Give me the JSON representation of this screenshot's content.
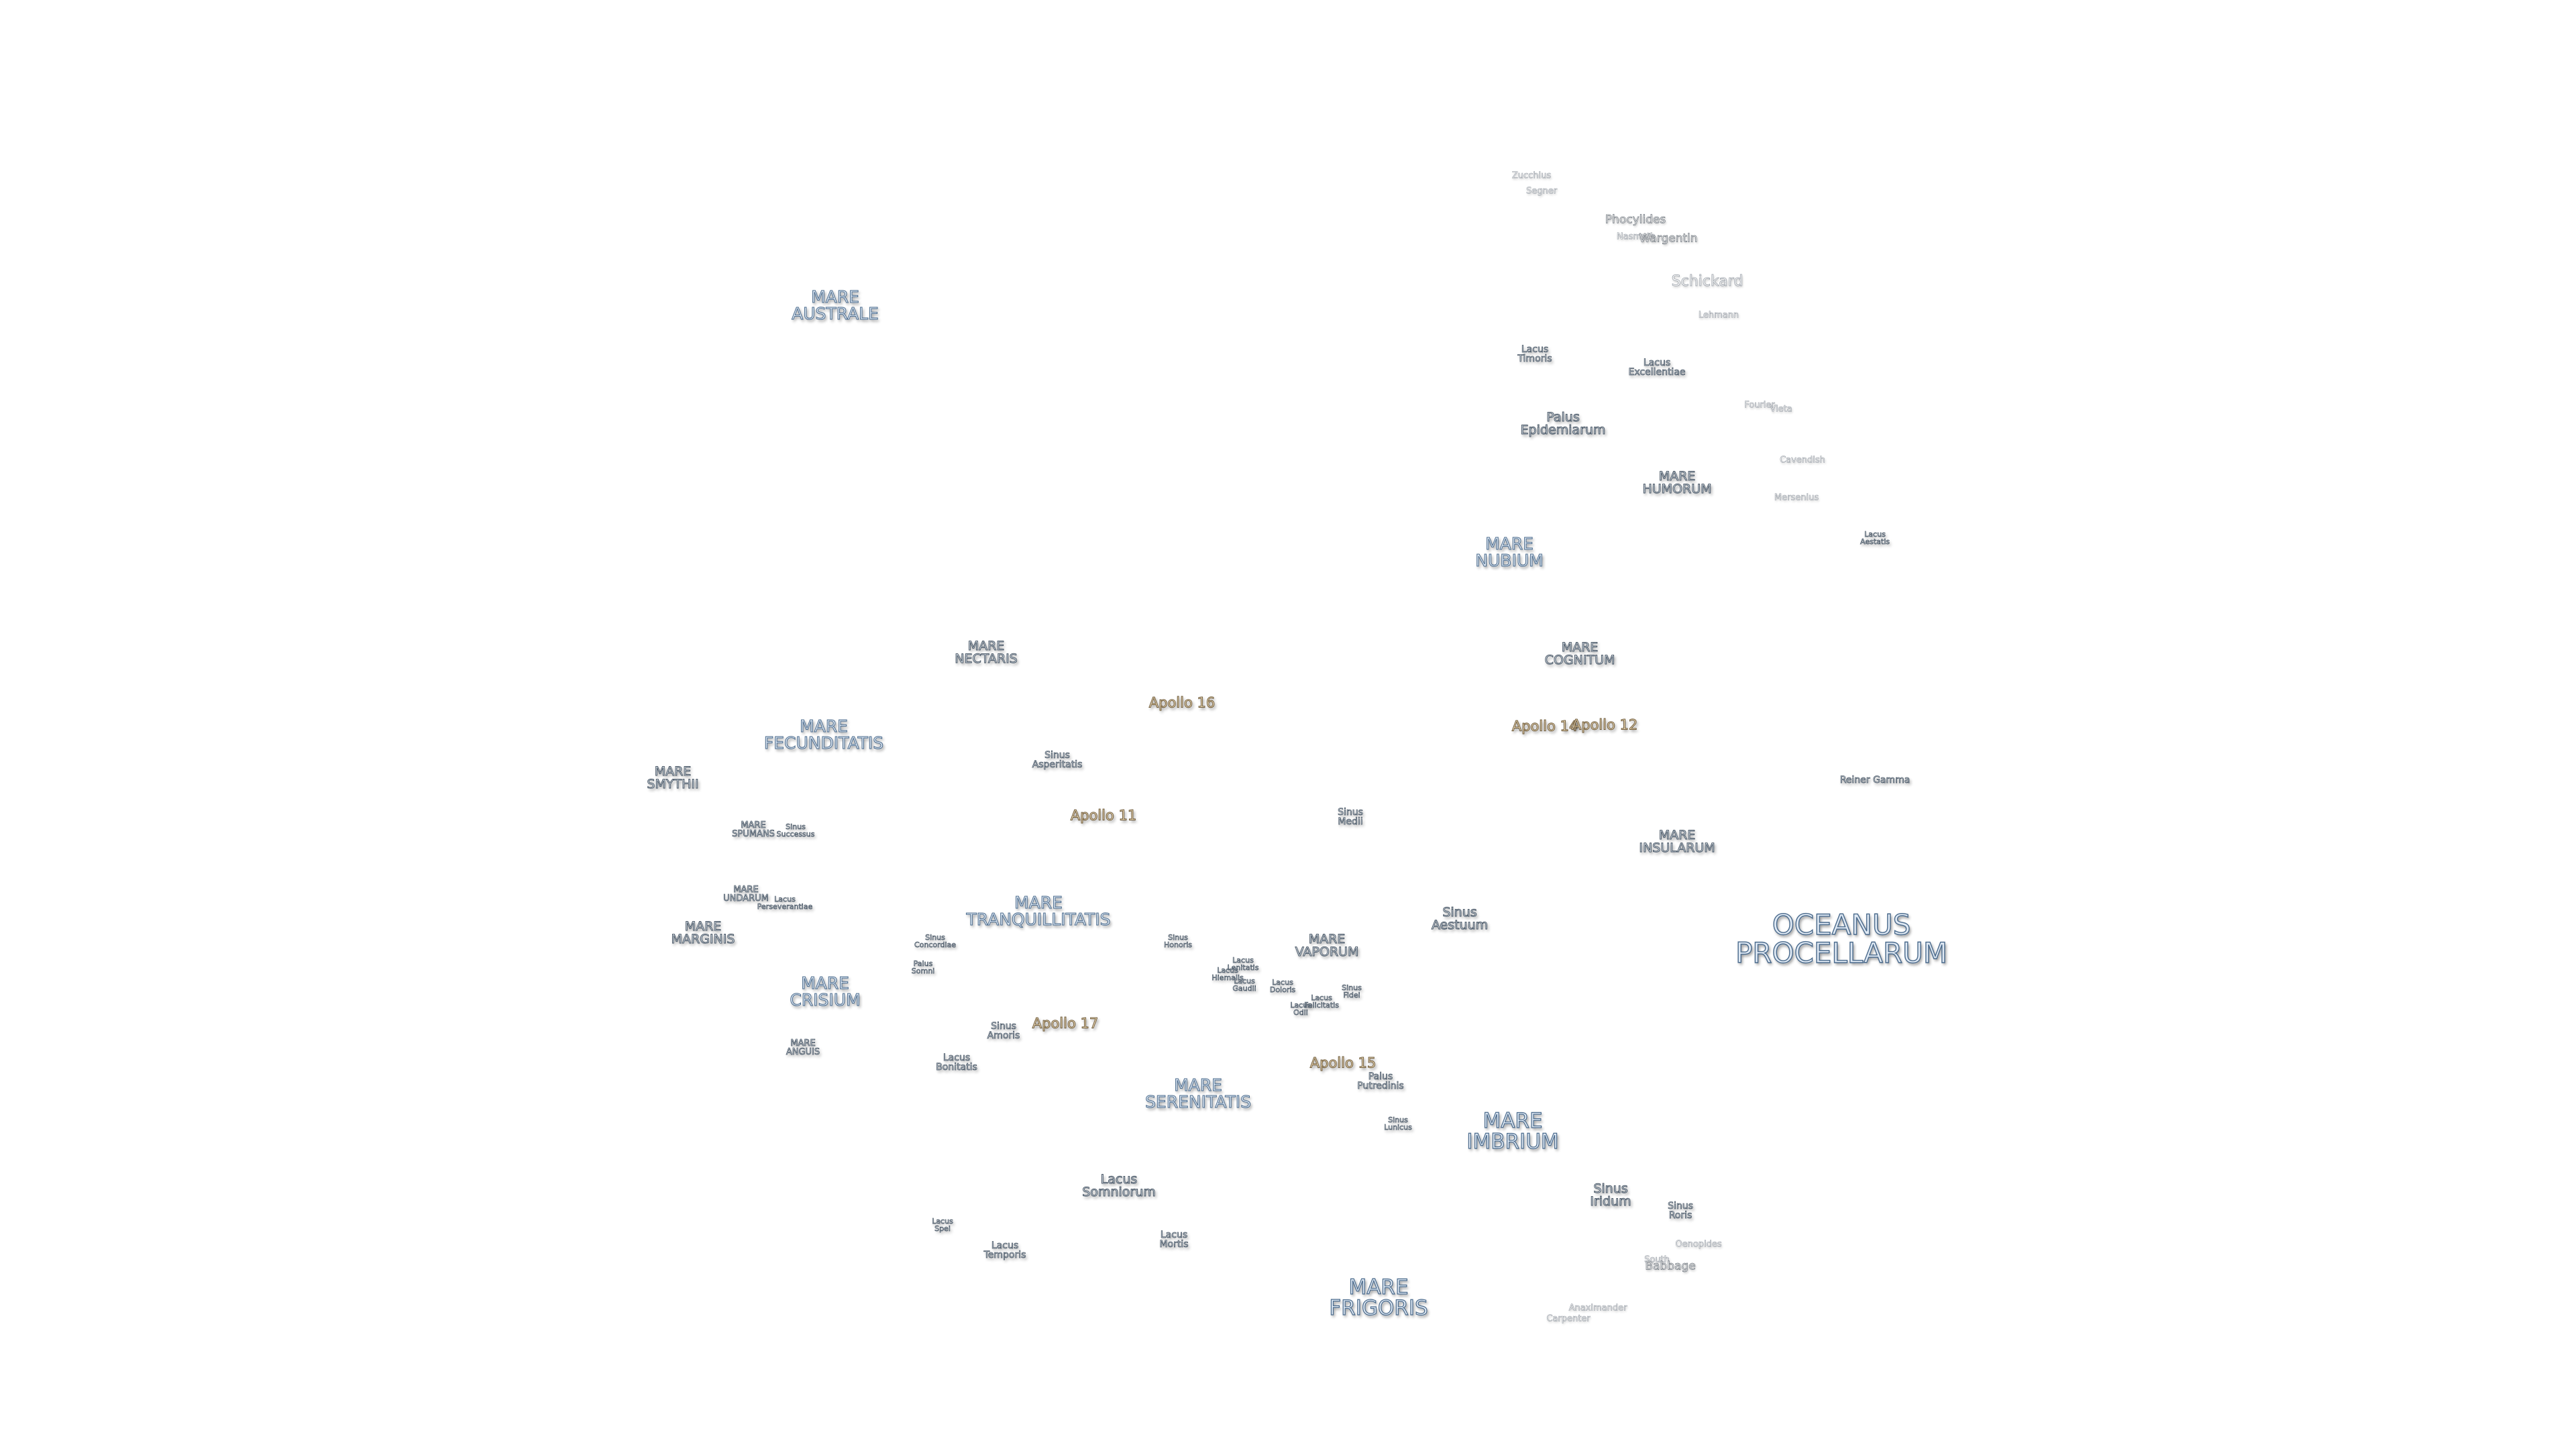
{
  "map": {
    "ocean": [
      {
        "id": "oceanus-procellarum",
        "text": "OCEANUS\nPROCELLARUM"
      }
    ],
    "maria": [
      {
        "id": "mare-australe",
        "text": "MARE\nAUSTRALE"
      },
      {
        "id": "mare-humorum",
        "text": "MARE\nHUMORUM"
      },
      {
        "id": "mare-nubium",
        "text": "MARE\nNUBIUM"
      },
      {
        "id": "mare-nectaris",
        "text": "MARE\nNECTARIS"
      },
      {
        "id": "mare-cognitum",
        "text": "MARE\nCOGNITUM"
      },
      {
        "id": "mare-fecunditatis",
        "text": "MARE\nFECUNDITATIS"
      },
      {
        "id": "mare-smythii",
        "text": "MARE\nSMYTHII"
      },
      {
        "id": "mare-spumans",
        "text": "MARE\nSPUMANS"
      },
      {
        "id": "mare-insularum",
        "text": "MARE\nINSULARUM"
      },
      {
        "id": "mare-undarum",
        "text": "MARE\nUNDARUM"
      },
      {
        "id": "mare-tranquillitatis",
        "text": "MARE\nTRANQUILLITATIS"
      },
      {
        "id": "mare-marginis",
        "text": "MARE\nMARGINIS"
      },
      {
        "id": "mare-vaporum",
        "text": "MARE\nVAPORUM"
      },
      {
        "id": "mare-crisium",
        "text": "MARE\nCRISIUM"
      },
      {
        "id": "mare-anguis",
        "text": "MARE\nANGUIS"
      },
      {
        "id": "mare-serenitatis",
        "text": "MARE\nSERENITATIS"
      },
      {
        "id": "mare-imbrium",
        "text": "MARE\nIMBRIUM"
      },
      {
        "id": "mare-frigoris",
        "text": "MARE\nFRIGORIS"
      }
    ],
    "features": [
      {
        "id": "lacus-timoris",
        "text": "Lacus\nTimoris"
      },
      {
        "id": "lacus-excellentiae",
        "text": "Lacus\nExcellentiae"
      },
      {
        "id": "palus-epidemiarum",
        "text": "Palus\nEpidemiarum"
      },
      {
        "id": "lacus-aestatis",
        "text": "Lacus\nAestatis"
      },
      {
        "id": "sinus-asperitatis",
        "text": "Sinus\nAsperitatis"
      },
      {
        "id": "sinus-successus",
        "text": "Sinus\nSuccessus"
      },
      {
        "id": "sinus-medii",
        "text": "Sinus\nMedii"
      },
      {
        "id": "lacus-perseverantiae",
        "text": "Lacus\nPerseverantiae"
      },
      {
        "id": "sinus-aestuum",
        "text": "Sinus\nAestuum"
      },
      {
        "id": "sinus-concordiae",
        "text": "Sinus\nConcordiae"
      },
      {
        "id": "sinus-honoris",
        "text": "Sinus\nHonoris"
      },
      {
        "id": "lacus-lenitatis",
        "text": "Lacus\nLenitatis"
      },
      {
        "id": "lacus-hiemalis",
        "text": "Lacus\nHiemalis"
      },
      {
        "id": "lacus-gaudii",
        "text": "Lacus\nGaudii"
      },
      {
        "id": "palus-somni",
        "text": "Palus\nSomni"
      },
      {
        "id": "lacus-doloris",
        "text": "Lacus\nDoloris"
      },
      {
        "id": "sinus-fidei",
        "text": "Sinus\nFidei"
      },
      {
        "id": "lacus-felicitatis",
        "text": "Lacus\nFelicitatis"
      },
      {
        "id": "lacus-odii",
        "text": "Lacus\nOdii"
      },
      {
        "id": "sinus-amoris",
        "text": "Sinus\nAmoris"
      },
      {
        "id": "lacus-bonitatis",
        "text": "Lacus\nBonitatis"
      },
      {
        "id": "palus-putredinis",
        "text": "Palus\nPutredinis"
      },
      {
        "id": "sinus-lunicus",
        "text": "Sinus\nLunicus"
      },
      {
        "id": "lacus-somniorum",
        "text": "Lacus\nSomniorum"
      },
      {
        "id": "sinus-iridum",
        "text": "Sinus\nIridum"
      },
      {
        "id": "sinus-roris",
        "text": "Sinus\nRoris"
      },
      {
        "id": "lacus-spei",
        "text": "Lacus\nSpei"
      },
      {
        "id": "lacus-temporis",
        "text": "Lacus\nTemporis"
      },
      {
        "id": "lacus-mortis",
        "text": "Lacus\nMortis"
      },
      {
        "id": "reiner-gamma",
        "text": "Reiner Gamma"
      }
    ],
    "apollo_sites": [
      {
        "id": "apollo-16",
        "text": "Apollo 16"
      },
      {
        "id": "apollo-14",
        "text": "Apollo 14"
      },
      {
        "id": "apollo-12",
        "text": "Apollo 12"
      },
      {
        "id": "apollo-11",
        "text": "Apollo 11"
      },
      {
        "id": "apollo-17",
        "text": "Apollo 17"
      },
      {
        "id": "apollo-15",
        "text": "Apollo 15"
      }
    ],
    "craters": [
      {
        "id": "zucchius",
        "text": "Zucchius"
      },
      {
        "id": "segner",
        "text": "Segner"
      },
      {
        "id": "phocylides",
        "text": "Phocylides"
      },
      {
        "id": "nasmyth",
        "text": "Nasmyth"
      },
      {
        "id": "wargentin",
        "text": "Wargentin"
      },
      {
        "id": "schickard",
        "text": "Schickard"
      },
      {
        "id": "lehmann",
        "text": "Lehmann"
      },
      {
        "id": "fourier",
        "text": "Fourier"
      },
      {
        "id": "vieta",
        "text": "Vieta"
      },
      {
        "id": "cavendish",
        "text": "Cavendish"
      },
      {
        "id": "mersenius",
        "text": "Mersenius"
      },
      {
        "id": "oenopides",
        "text": "Oenopides"
      },
      {
        "id": "south",
        "text": "South"
      },
      {
        "id": "babbage",
        "text": "Babbage"
      },
      {
        "id": "anaximander",
        "text": "Anaximander"
      },
      {
        "id": "carpenter",
        "text": "Carpenter"
      }
    ]
  }
}
